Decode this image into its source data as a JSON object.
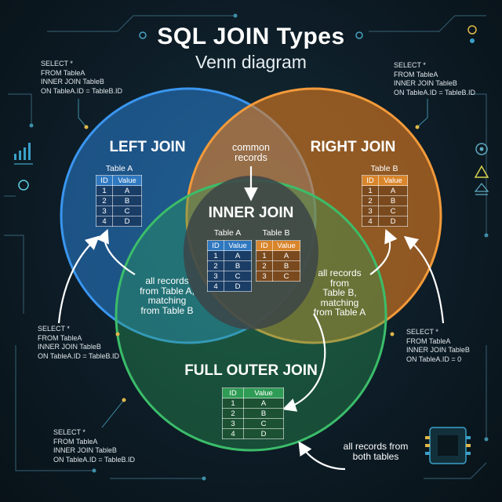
{
  "title": "SQL JOIN Types",
  "subtitle": "Venn diagram",
  "colors": {
    "left": "#2a7fd4",
    "right": "#e07a1f",
    "full": "#2a9d56",
    "inner": "#3c4448",
    "background": "#0c1a24"
  },
  "sql": {
    "top_left": "SELECT *\nFROM TableA\nINNER JOIN TableB\nON TableA.ID = TableB.ID",
    "top_right": "SELECT *\nFROM TableA\nINNER JOIN TableB\nON TableA.ID = TableB.ID",
    "mid_left": "SELECT *\nFROM TableA\nINNER JOIN TableB\nON TableA.ID = TableB.ID",
    "mid_right": "SELECT *\nFROM TableA\nINNER JOIN TableB\nON TableA.ID = 0",
    "bottom_left": "SELECT *\nFROM TableA\nINNER JOIN TableB\nON TableA.ID = TableB.ID"
  },
  "left": {
    "label": "LEFT JOIN",
    "table_caption": "Table A",
    "headers": [
      "ID",
      "Value"
    ],
    "rows": [
      [
        "1",
        "A"
      ],
      [
        "2",
        "B"
      ],
      [
        "3",
        "C"
      ],
      [
        "4",
        "D"
      ]
    ],
    "note": "all records\nfrom Table A,\nmatching\nfrom Table B"
  },
  "right": {
    "label": "RIGHT JOIN",
    "table_caption": "Table B",
    "headers": [
      "ID",
      "Value"
    ],
    "rows": [
      [
        "1",
        "A"
      ],
      [
        "2",
        "B"
      ],
      [
        "3",
        "C"
      ],
      [
        "4",
        "D"
      ]
    ],
    "note": "all records\nfrom\nTable B,\nmatching\nfrom Table A"
  },
  "inner": {
    "label": "INNER JOIN",
    "common_note": "common\nrecords",
    "table_a_caption": "Table A",
    "table_a_headers": [
      "ID",
      "Value"
    ],
    "table_a_rows": [
      [
        "1",
        "A"
      ],
      [
        "2",
        "B"
      ],
      [
        "3",
        "C"
      ],
      [
        "4",
        "D"
      ]
    ],
    "table_b_caption": "Table B",
    "table_b_headers": [
      "ID",
      "Value"
    ],
    "table_b_rows": [
      [
        "1",
        "A"
      ],
      [
        "2",
        "B"
      ],
      [
        "3",
        "C"
      ]
    ]
  },
  "full": {
    "label": "FULL OUTER JOIN",
    "headers": [
      "ID",
      "Value"
    ],
    "rows": [
      [
        "1",
        "A"
      ],
      [
        "2",
        "B"
      ],
      [
        "3",
        "C"
      ],
      [
        "4",
        "D"
      ]
    ],
    "note": "all records from\nboth tables"
  }
}
